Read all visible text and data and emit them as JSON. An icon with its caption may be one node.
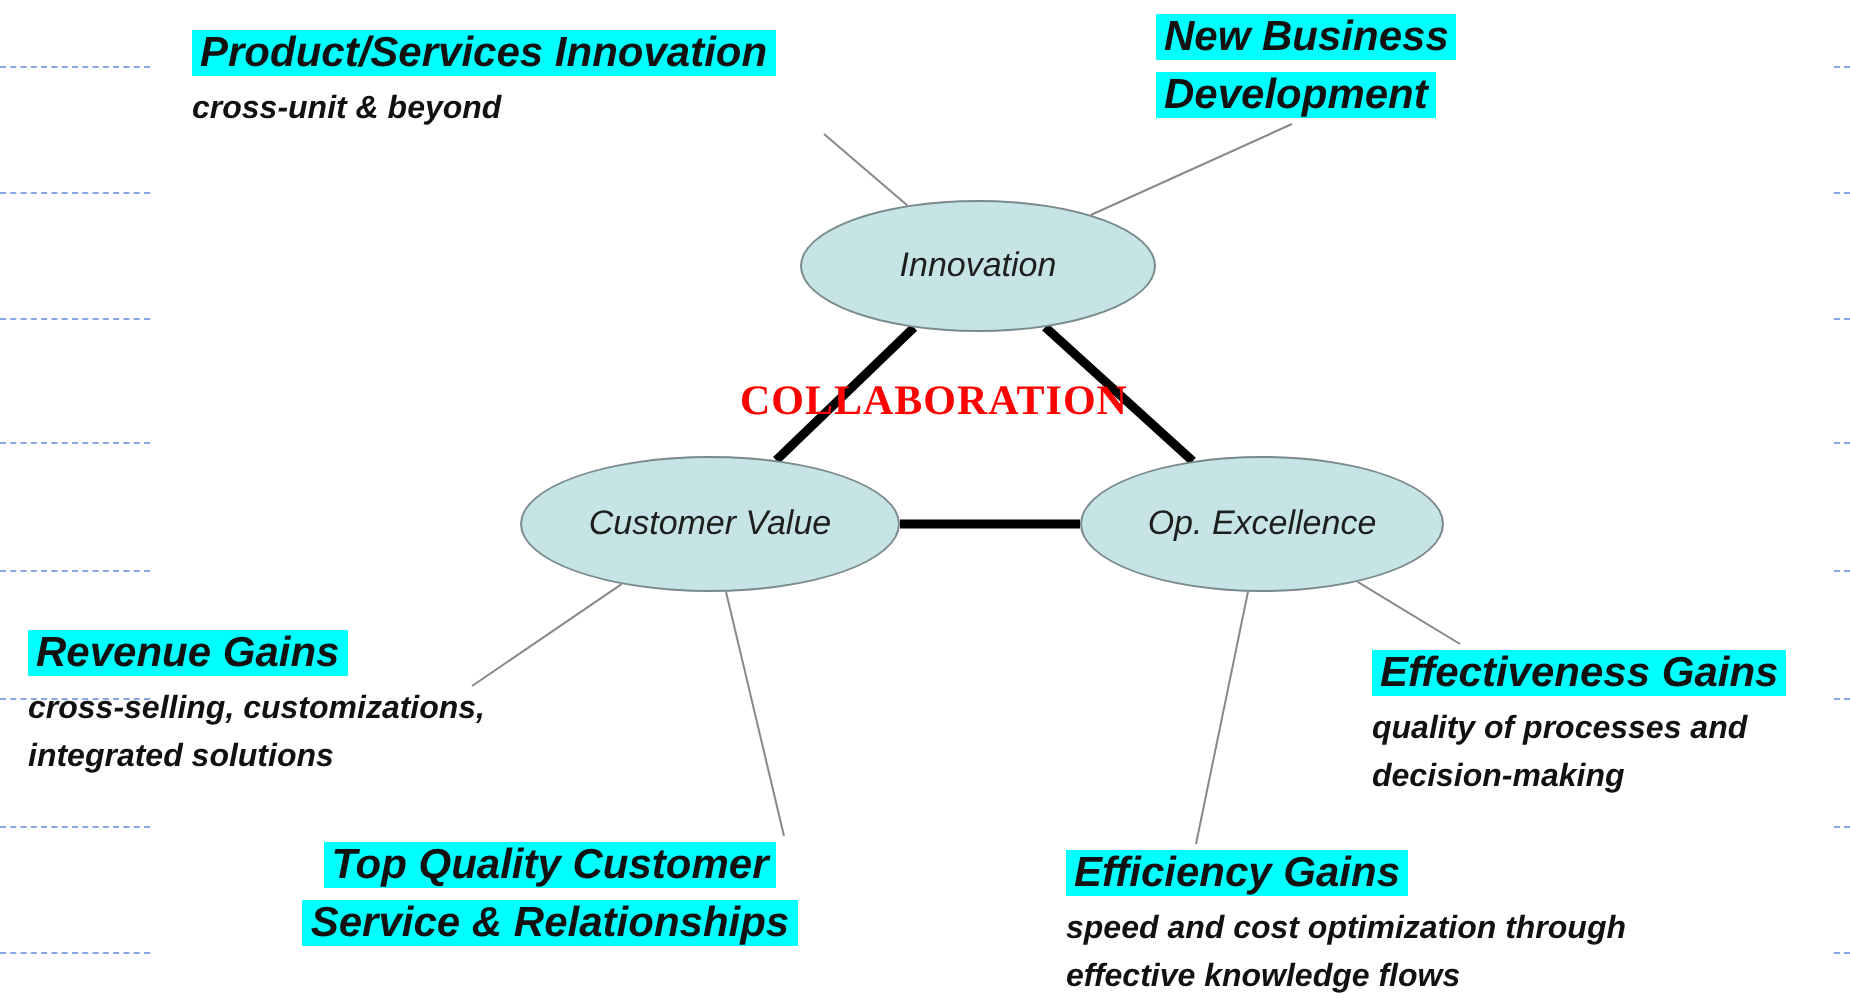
{
  "diagram": {
    "nodes": [
      {
        "text": [
          "Innovation"
        ]
      },
      {
        "text": [
          "Customer Value"
        ]
      },
      {
        "text": [
          "Op. Excellence"
        ]
      },
      {
        "text": [
          "Product/Services Innovation",
          "cross-unit & beyond"
        ]
      },
      {
        "text": [
          "New Business Development"
        ]
      },
      {
        "text": [
          "Revenue Gains",
          "cross-selling, customizations, integrated solutions"
        ]
      },
      {
        "text": [
          "Top Quality Customer Service & Relationships"
        ]
      },
      {
        "text": [
          "Effectiveness Gains",
          "quality of processes and decision-making"
        ]
      },
      {
        "text": [
          "Efficiency Gains",
          "speed and cost optimization through effective knowledge flows"
        ]
      }
    ],
    "edges": [
      {
        "from": 0,
        "to": 1,
        "arrow": "none",
        "style": "thick",
        "color": "#000000"
      },
      {
        "from": 0,
        "to": 2,
        "arrow": "none",
        "style": "thick",
        "color": "#000000"
      },
      {
        "from": 1,
        "to": 2,
        "arrow": "none",
        "style": "thick",
        "color": "#000000"
      },
      {
        "from": 3,
        "to": 0,
        "arrow": "none"
      },
      {
        "from": 4,
        "to": 0,
        "arrow": "none"
      },
      {
        "from": 5,
        "to": 1,
        "arrow": "none"
      },
      {
        "from": 6,
        "to": 1,
        "arrow": "none"
      },
      {
        "from": 7,
        "to": 2,
        "arrow": "none"
      },
      {
        "from": 8,
        "to": 2,
        "arrow": "none"
      }
    ],
    "labels": [
      "COLLABORATION"
    ]
  }
}
